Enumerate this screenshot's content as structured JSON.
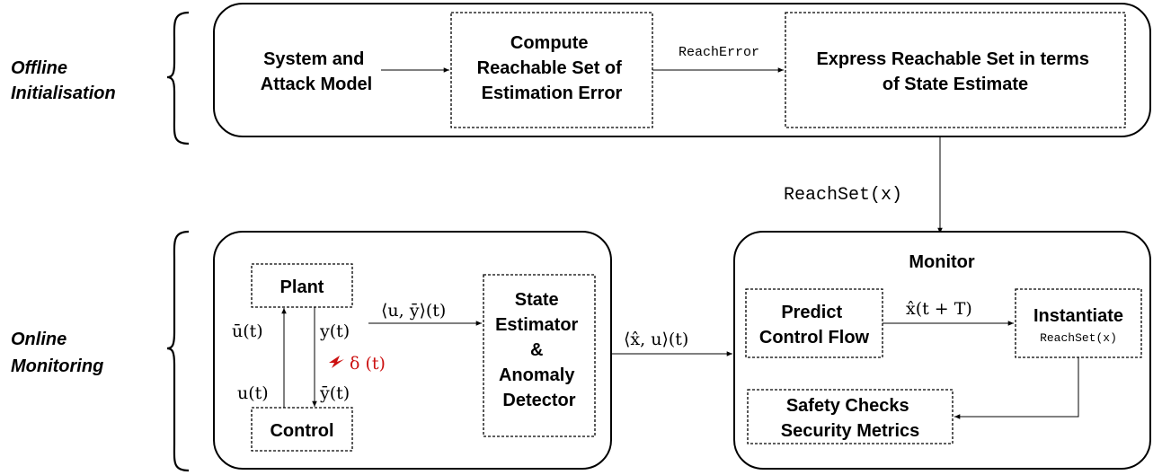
{
  "side_labels": {
    "offline": [
      "Offline",
      "Initialisation"
    ],
    "online": [
      "Online",
      "Monitoring"
    ]
  },
  "offline": {
    "system_model": [
      "System and",
      "Attack Model"
    ],
    "compute_reach": [
      "Compute",
      "Reachable Set of",
      "Estimation Error"
    ],
    "reach_error_label": "ReachError",
    "express_reach": [
      "Express Reachable Set in terms",
      "of State Estimate"
    ]
  },
  "reachset_label": "ReachSet(x)",
  "online": {
    "plant": "Plant",
    "control": "Control",
    "u_bar": "ū(t)",
    "y": "y(t)",
    "u": "u(t)",
    "y_bar": "ȳ(t)",
    "attack": "δ (t)",
    "uy_signal": "⟨u, ȳ⟩(t)",
    "estimator": [
      "State",
      "Estimator",
      "&",
      "Anomaly",
      "Detector"
    ],
    "xu_signal": "⟨x̂, u⟩(t)"
  },
  "monitor": {
    "title": "Monitor",
    "predict": [
      "Predict",
      "Control Flow"
    ],
    "prediction_signal": "x̂(t + T)",
    "instantiate": "Instantiate",
    "instantiate_sub": "ReachSet(x)",
    "safety": [
      "Safety Checks",
      "Security Metrics"
    ]
  },
  "colors": {
    "attack": "#cc1111",
    "stroke": "#000000"
  }
}
